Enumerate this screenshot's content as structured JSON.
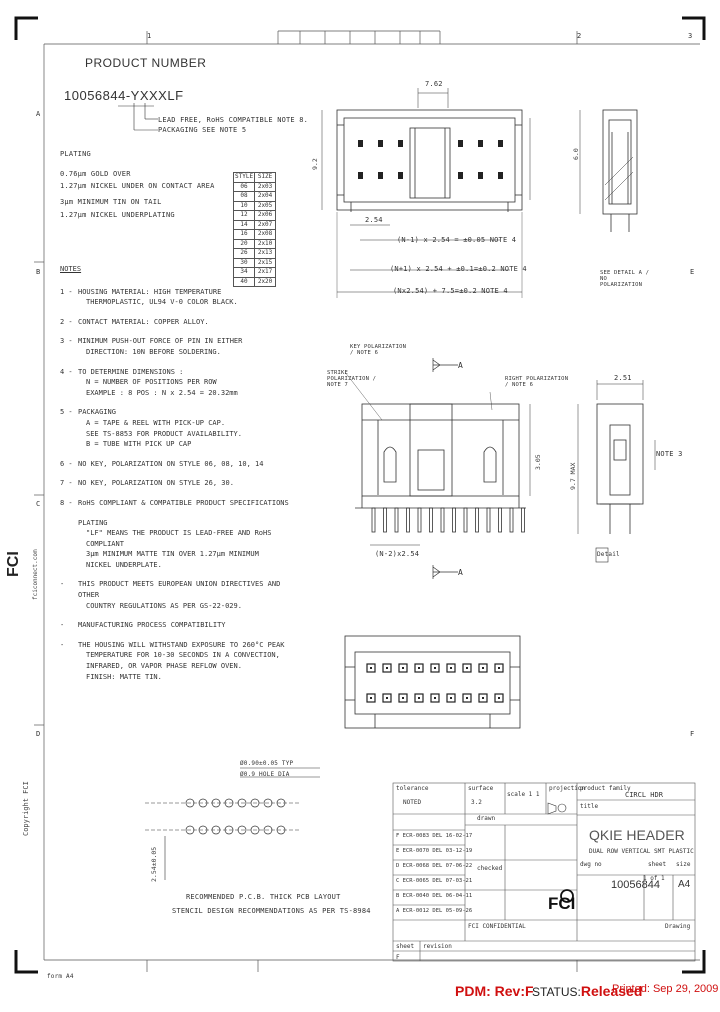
{
  "product_number": {
    "heading": "PRODUCT NUMBER",
    "number": "10056844-YXXXLF",
    "callout_1": "LEAD FREE, RoHS COMPATIBLE NOTE 8.",
    "callout_2": "PACKAGING SEE NOTE 5"
  },
  "plating": {
    "heading": "PLATING",
    "lines": [
      "0.76μm GOLD OVER",
      "1.27μm NICKEL UNDER ON CONTACT AREA",
      "3μm MINIMUM TIN ON TAIL",
      "1.27μm NICKEL UNDERPLATING"
    ]
  },
  "style_table": {
    "headers": [
      "STYLE",
      "SIZE"
    ],
    "rows": [
      [
        "06",
        "2x03"
      ],
      [
        "08",
        "2x04"
      ],
      [
        "10",
        "2x05"
      ],
      [
        "12",
        "2x06"
      ],
      [
        "14",
        "2x07"
      ],
      [
        "16",
        "2x08"
      ],
      [
        "20",
        "2x10"
      ],
      [
        "26",
        "2x13"
      ],
      [
        "30",
        "2x15"
      ],
      [
        "34",
        "2x17"
      ],
      [
        "40",
        "2x20"
      ]
    ]
  },
  "notes": {
    "heading": "NOTES",
    "items": [
      {
        "num": "1 -",
        "lines": [
          "HOUSING MATERIAL: HIGH TEMPERATURE",
          "THERMOPLASTIC, UL94 V-0 COLOR BLACK."
        ]
      },
      {
        "num": "2 -",
        "lines": [
          "CONTACT MATERIAL: COPPER ALLOY."
        ]
      },
      {
        "num": "3 -",
        "lines": [
          "MINIMUM PUSH-OUT FORCE OF PIN IN EITHER",
          "DIRECTION: 10N BEFORE SOLDERING."
        ]
      },
      {
        "num": "4 -",
        "lines": [
          "TO DETERMINE DIMENSIONS :",
          "N = NUMBER OF POSITIONS PER ROW",
          "EXAMPLE : 8 POS : N x 2.54 = 20.32mm"
        ]
      },
      {
        "num": "5 -",
        "lines": [
          "PACKAGING",
          "A = TAPE & REEL WITH PICK-UP CAP.",
          "SEE TS-8853 FOR PRODUCT AVAILABILITY.",
          "B = TUBE WITH PICK UP CAP"
        ]
      },
      {
        "num": "6 -",
        "lines": [
          "NO KEY, POLARIZATION ON STYLE 06, 08, 10, 14"
        ]
      },
      {
        "num": "7 -",
        "lines": [
          "NO KEY, POLARIZATION ON STYLE 26, 30."
        ]
      },
      {
        "num": "8 -",
        "lines": [
          "RoHS COMPLIANT & COMPATIBLE PRODUCT SPECIFICATIONS"
        ]
      },
      {
        "num": "",
        "lines": [
          "PLATING",
          "\"LF\" MEANS THE PRODUCT IS LEAD-FREE AND RoHS COMPLIANT",
          "3μm MINIMUM MATTE TIN OVER 1.27μm MINIMUM",
          "NICKEL UNDERPLATE."
        ]
      },
      {
        "num": "-",
        "lines": [
          "THIS PRODUCT MEETS EUROPEAN UNION DIRECTIVES AND OTHER",
          "COUNTRY REGULATIONS AS PER GS-22-029."
        ]
      },
      {
        "num": "-",
        "lines": [
          "MANUFACTURING PROCESS COMPATIBILITY"
        ]
      },
      {
        "num": "-",
        "lines": [
          "THE HOUSING WILL WITHSTAND EXPOSURE TO 260°C PEAK",
          "TEMPERATURE FOR 10-30 SECONDS IN A CONVECTION,",
          "INFRARED, OR VAPOR PHASE REFLOW OVEN.",
          "FINISH: MATTE TIN."
        ]
      }
    ]
  },
  "dimensions": {
    "top_pitch": "7.62",
    "top_height": "9.2",
    "top_width": "2.54",
    "body_width": "2.54",
    "dim_a": "(N-1) x 2.54 = ±0.05 NOTE 4",
    "dim_b": "(N+1) x 2.54 + ±0.1=±0.2 NOTE 4",
    "dim_c": "(Nx2.54) + 7.5=±0.2 NOTE 4",
    "side_height": "6.0",
    "side_caption": "SEE DETAIL A / NO POLARIZATION",
    "front_callout_1": "KEY POLARIZATION / NOTE 6",
    "front_callout_2": "RIGHT POLARIZATION / NOTE 6",
    "front_callout_3": "STRIKE POLARIZATION / NOTE 7",
    "section_label": "A",
    "front_height": "3.05",
    "pin_spacing": "(N-2)x2.54",
    "side2_width": "2.51",
    "side2_height": "9.7 MAX",
    "side2_note": "NOTE 3",
    "detail_label": "Detail",
    "pcb_label_1": "Ø0.90±0.05 TYP",
    "pcb_label_2": "Ø0.9 HOLE DIA",
    "pcb_dim_vertical": "2.54±0.05",
    "pcb_caption_1": "RECOMMENDED P.C.B. THICK PCB LAYOUT",
    "pcb_caption_2": "STENCIL DESIGN RECOMMENDATIONS AS PER TS-8984"
  },
  "title_block": {
    "tolerance_label": "tolerance",
    "tolerance_value": "NOTED",
    "surface_label": "surface",
    "surface_value": "3.2",
    "scale_label": "scale 1 1",
    "projection_label": "projection",
    "product_family_label": "product family",
    "product_family": "CIRCL HDR",
    "title_label": "title",
    "title": "QKIE HEADER",
    "subtitle": "DUAL ROW VERTICAL SMT PLASTIC",
    "dwg_label": "dwg no",
    "sheet_label": "sheet",
    "size_label": "size",
    "dwg_no": "10056844",
    "size": "A4",
    "sheet_value": "1 of 1",
    "format_label": "Drawing",
    "revisions": [
      "F    ECR-0083 DEL 16-02-17",
      "E    ECR-0070 DEL 03-12-19",
      "D    ECR-0068 DEL 07-06-22",
      "C    ECR-0065 DEL 07-03-21",
      "B    ECR-0040 DEL 06-04-11",
      "A    ECR-0012 DEL 05-09-26"
    ],
    "drawn_label": "drawn",
    "checked_label": "checked",
    "fci_label": "FCI",
    "confidential": "FCI CONFIDENTIAL",
    "sheet_row_label": "sheet",
    "revision_label": "revision",
    "rev_value": "F"
  },
  "footer": {
    "pdm": "PDM: Rev:F",
    "status_label": "STATUS:",
    "status_value": "Released",
    "printed": "Printed: Sep 29, 2009"
  },
  "border": {
    "top_numbers": [
      "1",
      "2",
      "3"
    ],
    "side_letters": [
      "A",
      "B",
      "C",
      "D",
      "E",
      "F"
    ],
    "copyright": "Copyright FCI",
    "fci_web": "fciconnect.com",
    "fci_logo": "FCI",
    "bottom_left": "form A4"
  }
}
